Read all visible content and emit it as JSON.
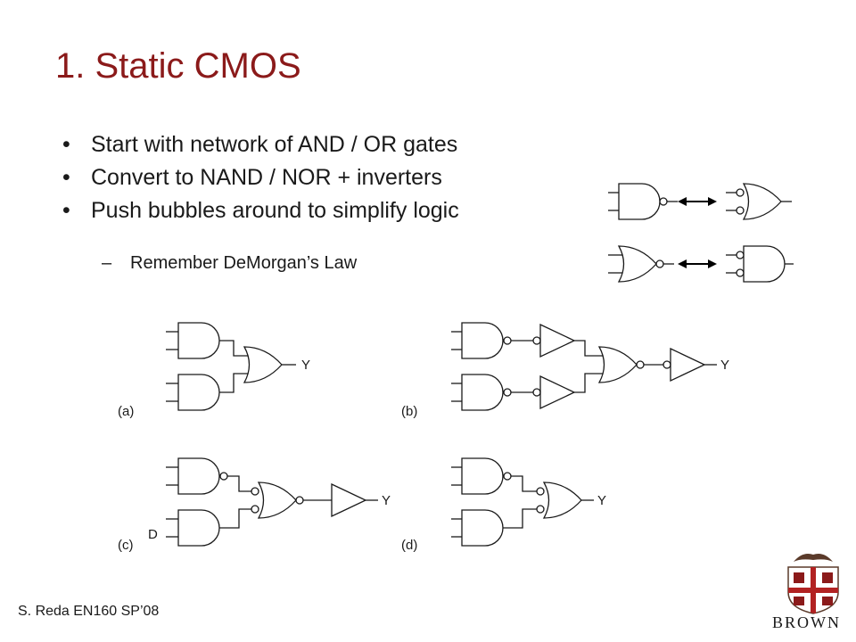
{
  "slide": {
    "title": "1. Static CMOS",
    "bullets": [
      "Start with network of AND / OR gates",
      "Convert to NAND / NOR + inverters",
      "Push bubbles around to simplify logic"
    ],
    "bullet_symbol": "•",
    "sub_bullet": "Remember DeMorgan’s Law",
    "sub_bullet_symbol": "–",
    "footer": "S. Reda EN160 SP’08",
    "logo_text": "BROWN"
  },
  "diagrams": {
    "label_a": "(a)",
    "label_b": "(b)",
    "label_c": "(c)",
    "label_d": "(d)",
    "output": "Y",
    "input_d": "D"
  },
  "colors": {
    "title": "#8b1a1a",
    "logo_red": "#b22222"
  },
  "icons": [
    "double-arrow-icon",
    "brown-shield-logo-icon"
  ]
}
